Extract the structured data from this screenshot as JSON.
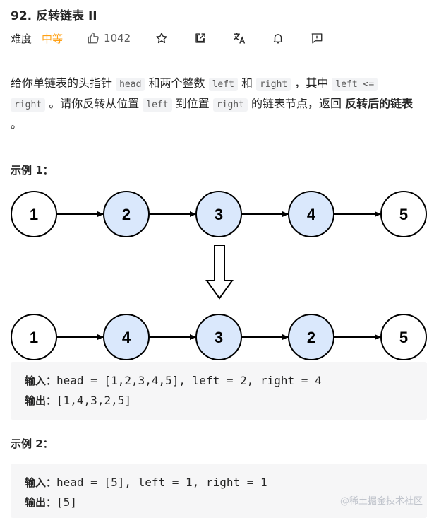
{
  "header": {
    "title": "92. 反转链表 II",
    "difficulty_label": "难度",
    "difficulty_value": "中等",
    "like_count": "1042"
  },
  "icons": [
    "thumbs-up-icon",
    "star-icon",
    "share-icon",
    "translate-icon",
    "bell-icon",
    "feedback-icon"
  ],
  "colors": {
    "difficulty": "#ffa116",
    "node_fill_highlight": "#dae8fc",
    "node_fill_plain": "#ffffff"
  },
  "description": {
    "t1": "给你单链表的头指针 ",
    "c1": "head",
    "t2": " 和两个整数 ",
    "c2": "left",
    "t3": " 和 ",
    "c3": "right",
    "t4": " ，其中 ",
    "c4": "left <=",
    "c5": "right",
    "t5": " 。请你反转从位置 ",
    "c6": "left",
    "t6": " 到位置 ",
    "c7": "right",
    "t7": " 的链表节点，返回 ",
    "b1": "反转后的链表",
    "t8": " 。"
  },
  "example1": {
    "title": "示例 1：",
    "before_nodes": [
      "1",
      "2",
      "3",
      "4",
      "5"
    ],
    "after_nodes": [
      "1",
      "4",
      "3",
      "2",
      "5"
    ],
    "input_key": "输入：",
    "input_val": "head = [1,2,3,4,5], left = 2, right = 4",
    "output_key": "输出：",
    "output_val": "[1,4,3,2,5]"
  },
  "example2": {
    "title": "示例 2：",
    "input_key": "输入：",
    "input_val": "head = [5], left = 1, right = 1",
    "output_key": "输出：",
    "output_val": "[5]"
  },
  "watermark": "@稀土掘金技术社区"
}
